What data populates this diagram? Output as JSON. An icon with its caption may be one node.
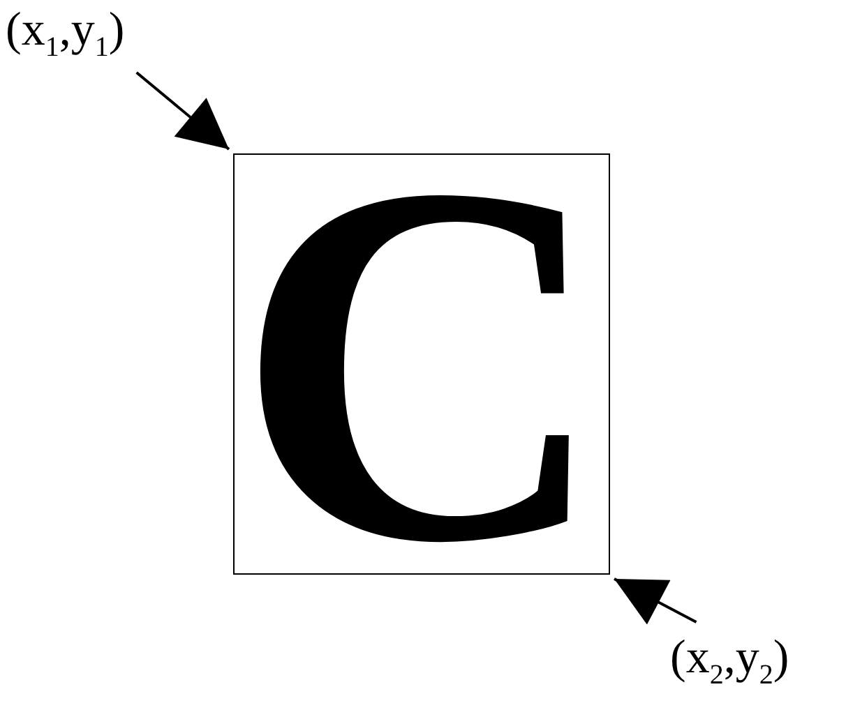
{
  "diagram": {
    "nodes": [
      {
        "text": [
          "(x$_{1}$,y$_{1}$)"
        ]
      },
      {
        "text": [
          "C"
        ]
      },
      {
        "text": [
          "(x$_{2}$,y$_{2}$)"
        ]
      }
    ],
    "edges": [
      {
        "from": 0,
        "to": 1,
        "arrow": "to"
      },
      {
        "from": 2,
        "to": 1,
        "arrow": "to"
      }
    ]
  }
}
